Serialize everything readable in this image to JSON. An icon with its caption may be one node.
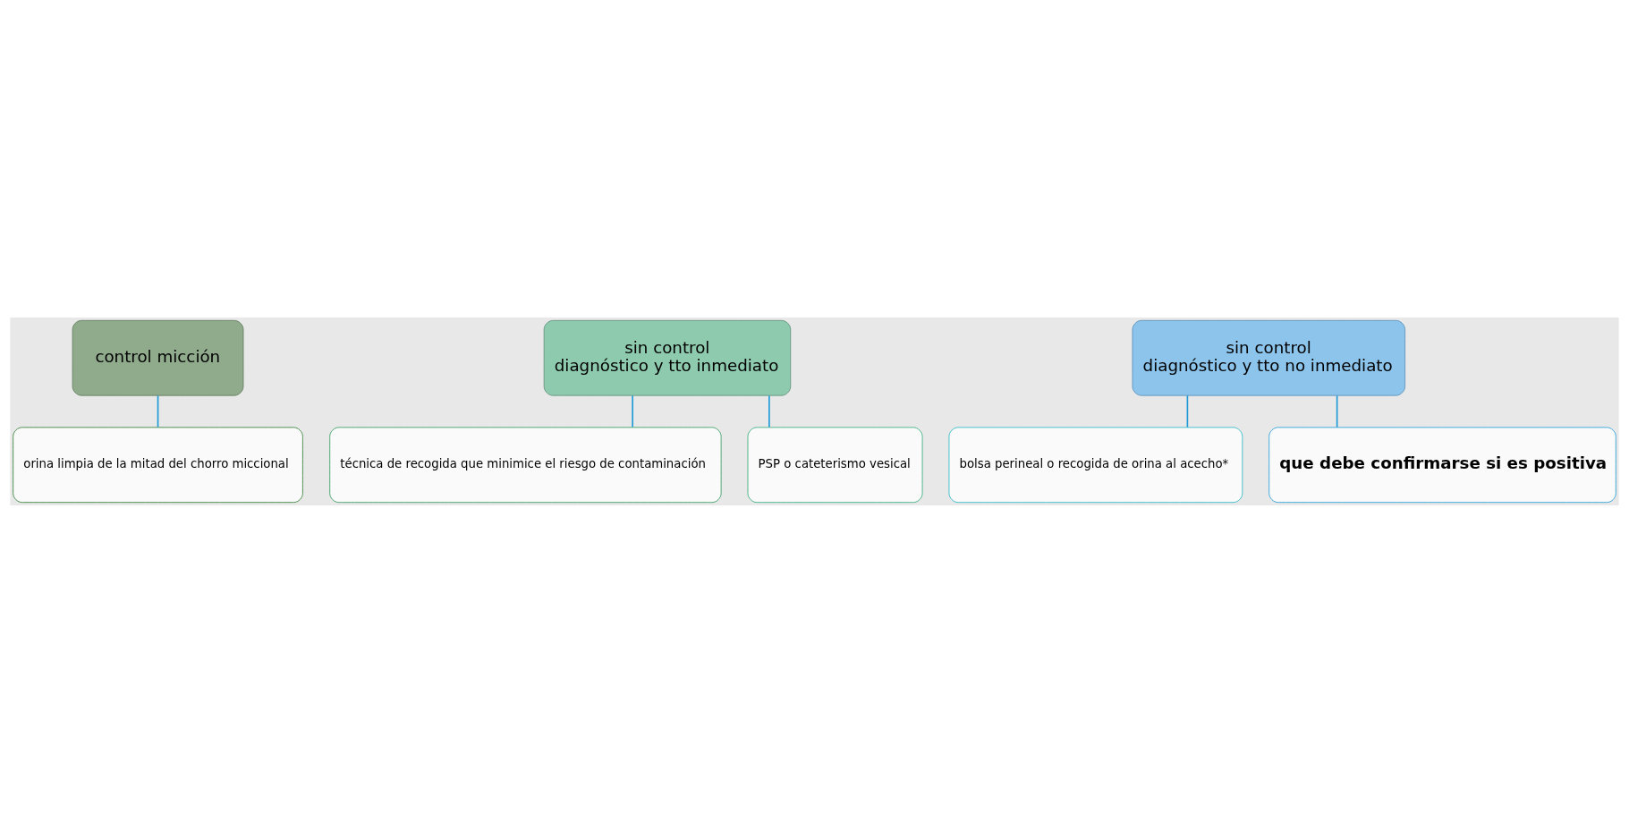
{
  "diagram": {
    "nodes": [
      {
        "text": [
          "control micción"
        ]
      },
      {
        "text": [
          "orina limpia de la mitad del chorro miccional"
        ]
      },
      {
        "text": [
          "sin control",
          "diagnóstico y tto inmediato"
        ]
      },
      {
        "text": [
          "técnica de recogida que minimice el riesgo de contaminación"
        ]
      },
      {
        "text": [
          "PSP o cateterismo vesical"
        ]
      },
      {
        "text": [
          "sin control",
          "diagnóstico y tto no inmediato"
        ]
      },
      {
        "text": [
          "bolsa perineal o recogida de orina al acecho*"
        ]
      },
      {
        "text": [
          "que debe confirmarse si es positiva"
        ]
      }
    ],
    "edges": [
      {
        "from": 0,
        "to": 1,
        "arrow": "none"
      },
      {
        "from": 2,
        "to": 3,
        "arrow": "none"
      },
      {
        "from": 2,
        "to": 4,
        "arrow": "none"
      },
      {
        "from": 5,
        "to": 6,
        "arrow": "none"
      },
      {
        "from": 5,
        "to": 7,
        "arrow": "none"
      }
    ]
  }
}
